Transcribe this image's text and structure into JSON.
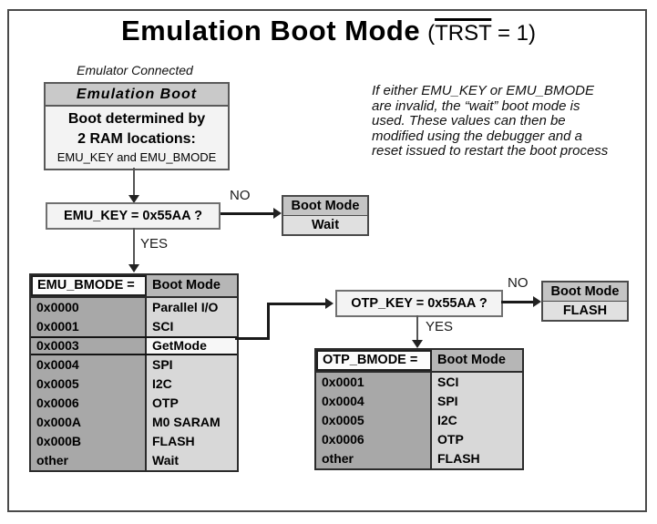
{
  "title": {
    "main": "Emulation Boot Mode",
    "paren_open": "(",
    "trst": "TRST",
    "paren_close": " = 1)"
  },
  "note": "If either EMU_KEY or EMU_BMODE\nare invalid, the “wait” boot mode is\nused.  These values can then be\nmodified using the debugger and a\nreset issued to restart the boot process",
  "emulator_connected": "Emulator Connected",
  "emulation_boot": {
    "header": "Emulation Boot",
    "line1": "Boot determined by",
    "line2": "2 RAM locations:",
    "line3": "EMU_KEY and EMU_BMODE"
  },
  "labels": {
    "no": "NO",
    "yes": "YES"
  },
  "emu_key_decision": "EMU_KEY = 0x55AA ?",
  "otp_key_decision": "OTP_KEY = 0x55AA ?",
  "wait_box": {
    "header": "Boot Mode",
    "value": "Wait"
  },
  "flash_box": {
    "header": "Boot Mode",
    "value": "FLASH"
  },
  "emu_table": {
    "header": {
      "col1": "EMU_BMODE =",
      "col2": "Boot Mode"
    },
    "rows": [
      {
        "code": "0x0000",
        "mode": "Parallel I/O"
      },
      {
        "code": "0x0001",
        "mode": "SCI"
      },
      {
        "code": "0x0003",
        "mode": "GetMode"
      },
      {
        "code": "0x0004",
        "mode": "SPI"
      },
      {
        "code": "0x0005",
        "mode": "I2C"
      },
      {
        "code": "0x0006",
        "mode": "OTP"
      },
      {
        "code": "0x000A",
        "mode": "M0 SARAM"
      },
      {
        "code": "0x000B",
        "mode": "FLASH"
      },
      {
        "code": "other",
        "mode": "Wait"
      }
    ]
  },
  "otp_table": {
    "header": {
      "col1": "OTP_BMODE =",
      "col2": "Boot Mode"
    },
    "rows": [
      {
        "code": "0x0001",
        "mode": "SCI"
      },
      {
        "code": "0x0004",
        "mode": "SPI"
      },
      {
        "code": "0x0005",
        "mode": "I2C"
      },
      {
        "code": "0x0006",
        "mode": "OTP"
      },
      {
        "code": "other",
        "mode": "FLASH"
      }
    ]
  },
  "colors": {
    "table_code_col": "#a8a8a8",
    "table_mode_col": "#d8d8d8",
    "table_header": "#b6b6b6",
    "box_header": "#c4c4c4",
    "box_body": "#e0e0e0",
    "frame_border": "#4a4a4a"
  }
}
